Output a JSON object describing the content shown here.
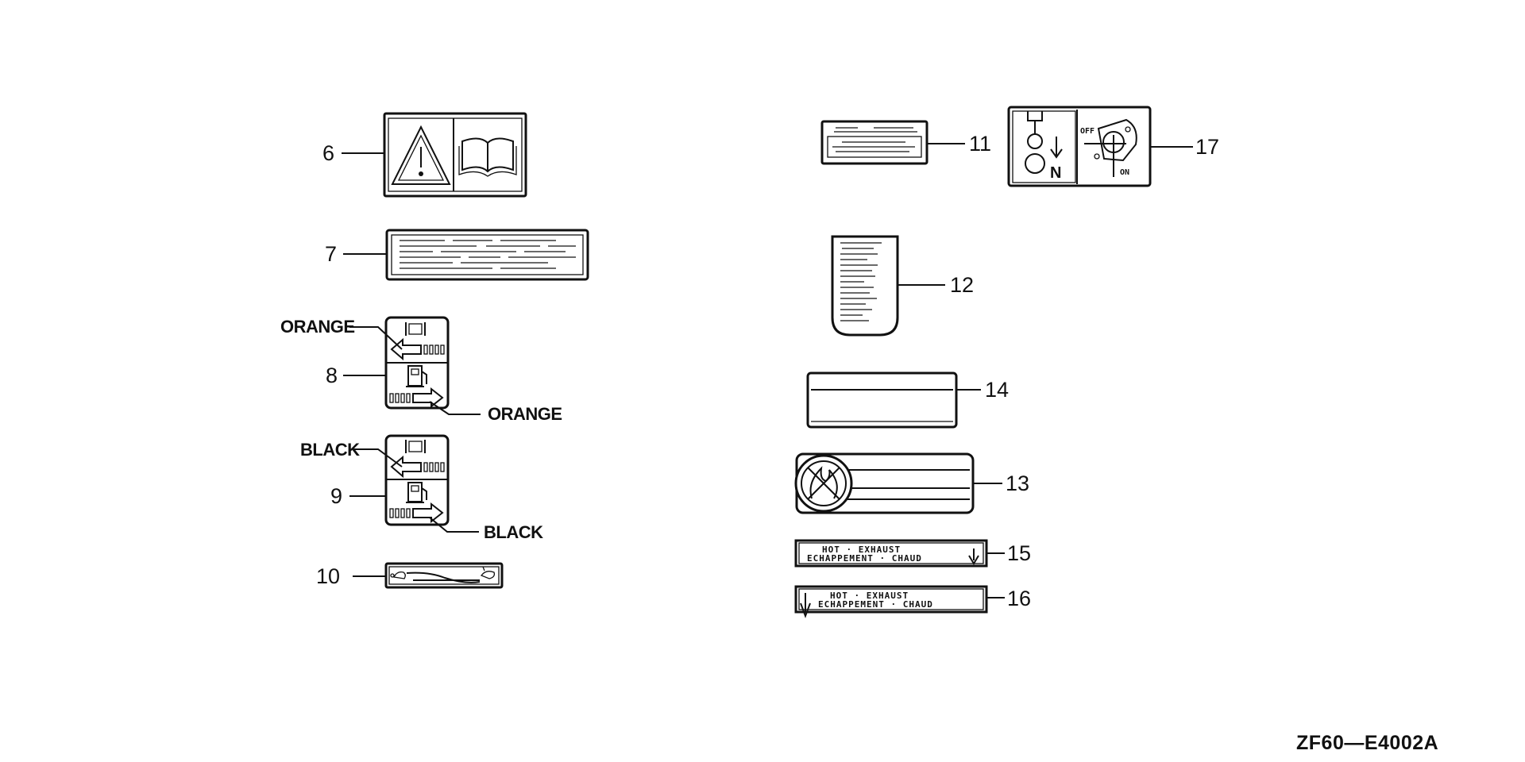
{
  "callouts": {
    "n6": "6",
    "n7": "7",
    "n8": "8",
    "n9": "9",
    "n10": "10",
    "n11": "11",
    "n12": "12",
    "n13": "13",
    "n14": "14",
    "n15": "15",
    "n16": "16",
    "n17": "17"
  },
  "color_tags": {
    "orange_left": "ORANGE",
    "orange_right": "ORANGE",
    "black_left": "BLACK",
    "black_right": "BLACK"
  },
  "labels": {
    "hot_exhaust_15_line1": "HOT · EXHAUST",
    "hot_exhaust_15_line2": "ECHAPPEMENT · CHAUD",
    "hot_exhaust_16_line1": "HOT · EXHAUST",
    "hot_exhaust_16_line2": "ECHAPPEMENT · CHAUD",
    "switch_off": "OFF",
    "switch_on": "ON"
  },
  "reference_code": "ZF60—E4002A",
  "icons": [
    "warning-triangle-icon",
    "manual-book-icon",
    "fuel-pump-icon",
    "choke-icon",
    "no-flame-icon",
    "arrow-icon",
    "engine-switch-icon",
    "rabbit-icon",
    "turtle-icon"
  ]
}
